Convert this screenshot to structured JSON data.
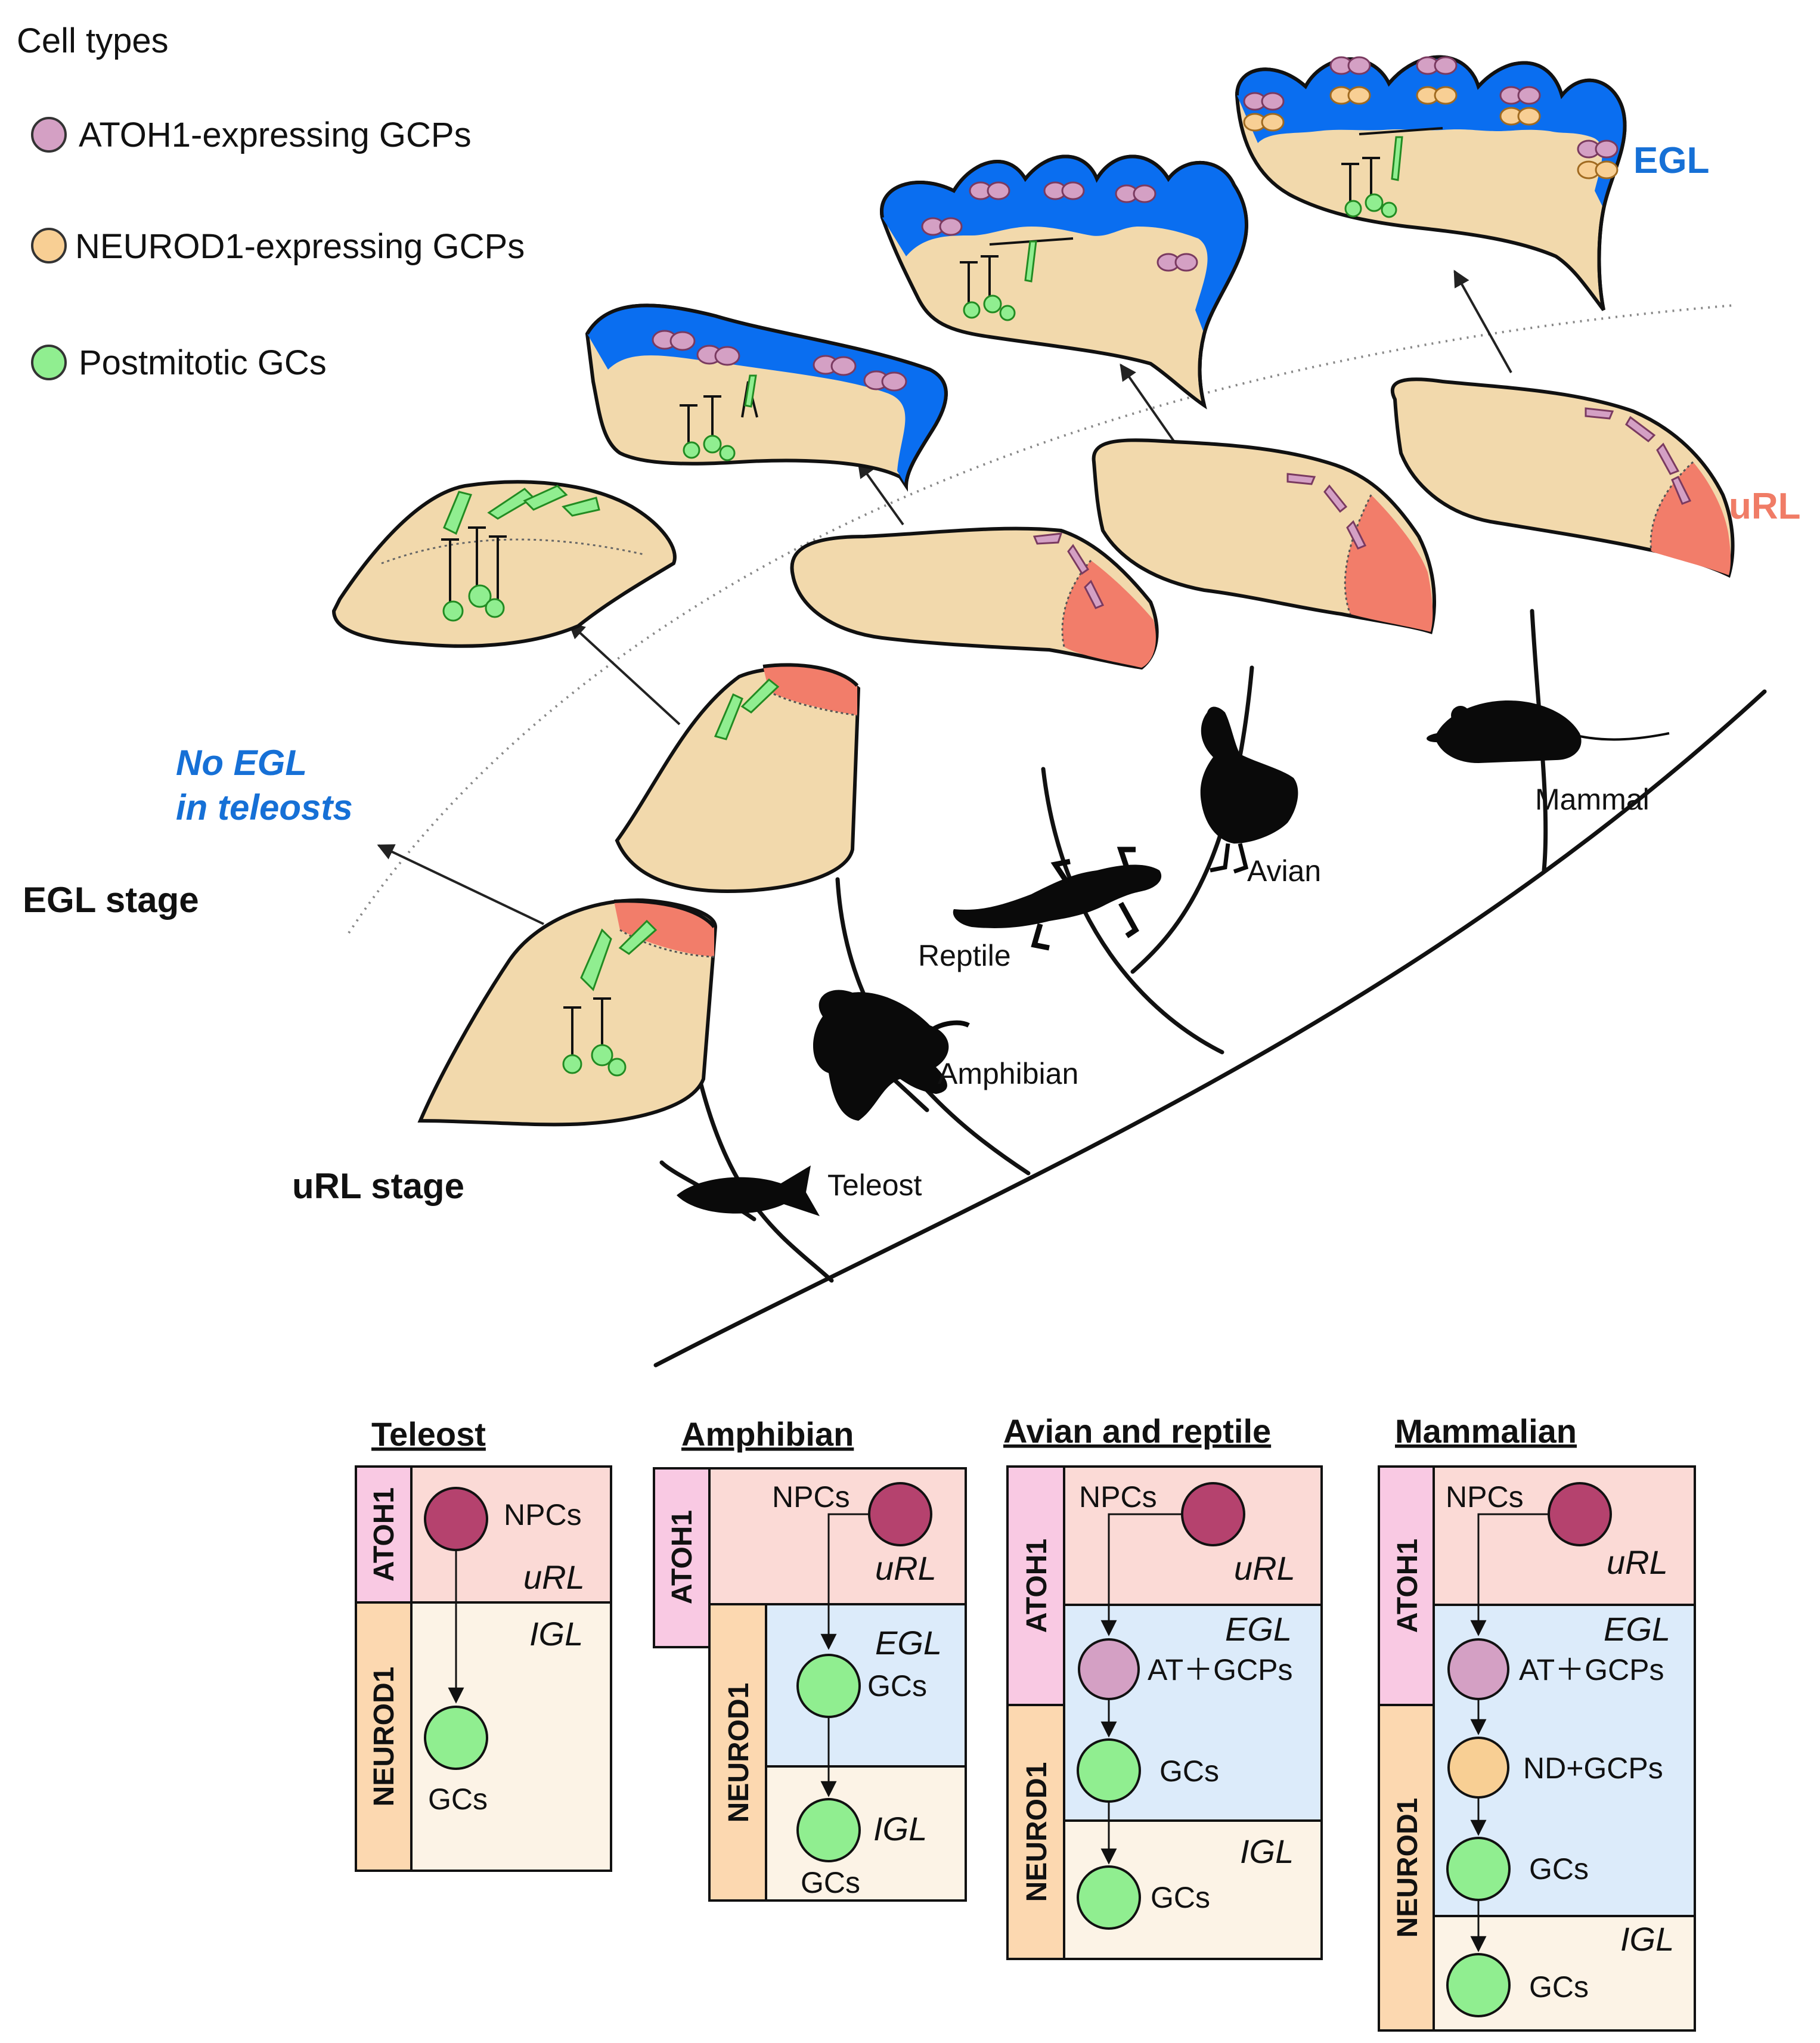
{
  "legend": {
    "title": "Cell types",
    "items": [
      {
        "label": "ATOH1-expressing GCPs",
        "color": "#d4a0c4"
      },
      {
        "label": "NEUROD1-expressing GCPs",
        "color": "#f8cf94"
      },
      {
        "label": "Postmitotic GCs",
        "color": "#90ee90"
      }
    ]
  },
  "stages": {
    "egl": "EGL stage",
    "url": "uRL stage",
    "no_egl_line1": "No EGL",
    "no_egl_line2": "in teleosts",
    "egl_tag": "EGL",
    "url_tag": "uRL"
  },
  "species": {
    "teleost": "Teleost",
    "amphibian": "Amphibian",
    "reptile": "Reptile",
    "avian": "Avian",
    "mammal": "Mammal"
  },
  "colors": {
    "tissue": "#f2d9ac",
    "egl_blue": "#0a6ef0",
    "url_salmon": "#f27d6a",
    "atoh1_box": "#f9c9e3",
    "neurod1_box": "#fcd8b0",
    "url_zone": "#fbdad6",
    "egl_zone": "#dcebfa",
    "igl_zone": "#fcf3e6",
    "npc": "#b5426e"
  },
  "panels": {
    "teleost": {
      "title": "Teleost",
      "atoh1": "ATOH1",
      "neurod1": "NEUROD1",
      "npcs": "NPCs",
      "url": "uRL",
      "igl": "IGL",
      "gcs": "GCs"
    },
    "amphibian": {
      "title": "Amphibian",
      "atoh1": "ATOH1",
      "neurod1": "NEUROD1",
      "npcs": "NPCs",
      "url": "uRL",
      "egl": "EGL",
      "gcs1": "GCs",
      "igl": "IGL",
      "gcs2": "GCs"
    },
    "avian": {
      "title": "Avian and reptile",
      "atoh1": "ATOH1",
      "neurod1": "NEUROD1",
      "npcs": "NPCs",
      "url": "uRL",
      "egl": "EGL",
      "atgcps": "AT＋GCPs",
      "gcs1": "GCs",
      "igl": "IGL",
      "gcs2": "GCs"
    },
    "mammalian": {
      "title": "Mammalian",
      "atoh1": "ATOH1",
      "neurod1": "NEUROD1",
      "npcs": "NPCs",
      "url": "uRL",
      "egl": "EGL",
      "atgcps": "AT＋GCPs",
      "ndgcps": "ND+GCPs",
      "gcs1": "GCs",
      "igl": "IGL",
      "gcs2": "GCs"
    }
  }
}
